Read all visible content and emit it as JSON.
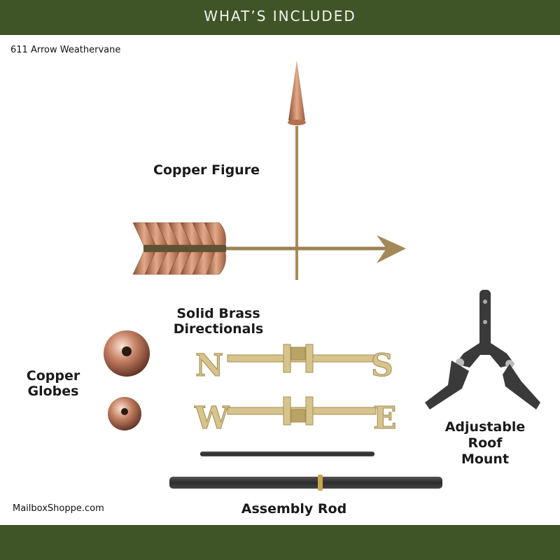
{
  "header": {
    "title": "WHAT’S INCLUDED"
  },
  "product": {
    "name": "611 Arrow Weathervane"
  },
  "components": [
    {
      "label": "Copper Figure"
    },
    {
      "label_lines": [
        "Solid Brass",
        "Directionals"
      ]
    },
    {
      "label_lines": [
        "Copper",
        "Globes"
      ]
    },
    {
      "label_lines": [
        "Adjustable",
        "Roof",
        "Mount"
      ]
    },
    {
      "label": "Assembly Rod"
    }
  ],
  "directionals": {
    "letters": [
      "N",
      "S",
      "W",
      "E"
    ]
  },
  "footer": {
    "watermark": "MailboxShoppe.com"
  },
  "colors": {
    "banner": "#3f5527",
    "copper": "#c98a66",
    "brass": "#d7c48c",
    "mount": "#3a3a3a"
  }
}
